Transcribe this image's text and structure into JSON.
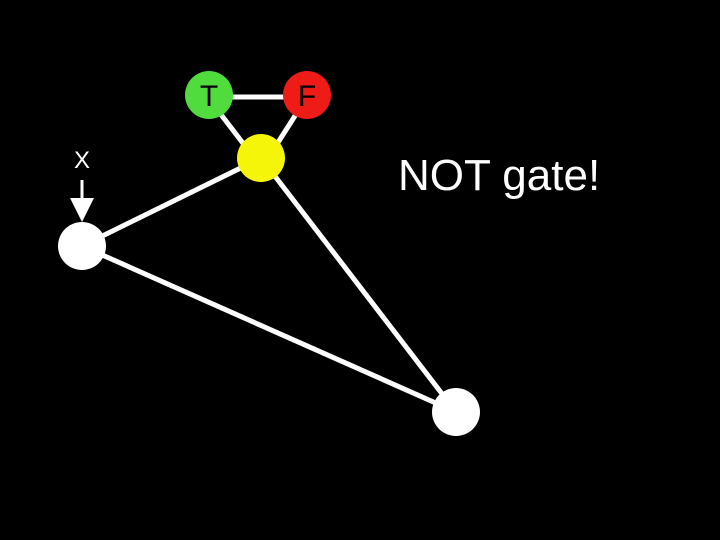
{
  "slide": {
    "title": "NOT gate!",
    "input_label": "X"
  },
  "nodes": {
    "true": {
      "label": "T",
      "color": "#4fdc3c"
    },
    "false": {
      "label": "F",
      "color": "#ef1b17"
    },
    "ground": {
      "color": "#f5f50a"
    },
    "input": {
      "color": "#ffffff"
    },
    "output": {
      "color": "#ffffff"
    }
  },
  "colors": {
    "background": "#000000",
    "edge": "#ffffff"
  }
}
